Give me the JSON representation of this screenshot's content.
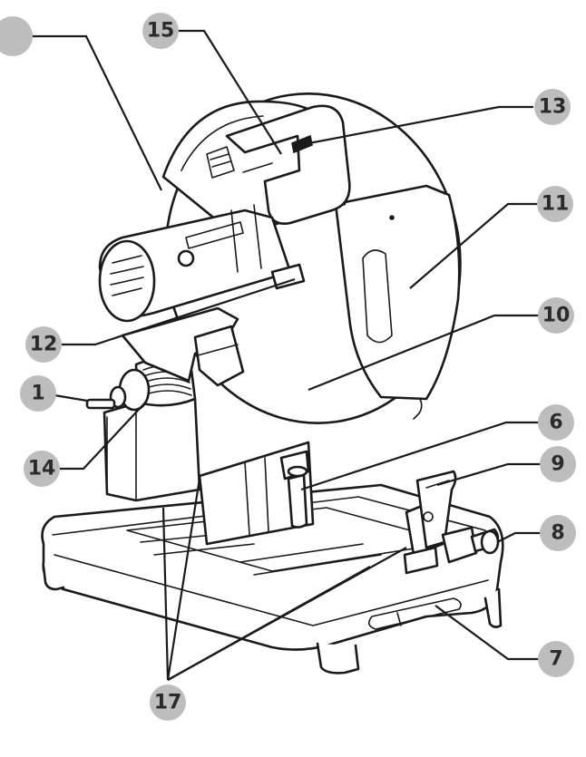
{
  "diagram": {
    "subject": "abrasive cut-off saw, parts identification",
    "callouts": [
      {
        "id": "c-unlabeled",
        "label": ""
      },
      {
        "id": "c15",
        "label": "15"
      },
      {
        "id": "c13",
        "label": "13"
      },
      {
        "id": "c11",
        "label": "11"
      },
      {
        "id": "c10",
        "label": "10"
      },
      {
        "id": "c12",
        "label": "12"
      },
      {
        "id": "c1",
        "label": "1"
      },
      {
        "id": "c14",
        "label": "14"
      },
      {
        "id": "c6",
        "label": "6"
      },
      {
        "id": "c9",
        "label": "9"
      },
      {
        "id": "c8",
        "label": "8"
      },
      {
        "id": "c7",
        "label": "7"
      },
      {
        "id": "c17",
        "label": "17"
      }
    ],
    "colors": {
      "badge": "#bdbdbd",
      "ink": "#1a1a1a",
      "text": "#2b2b2b"
    }
  }
}
